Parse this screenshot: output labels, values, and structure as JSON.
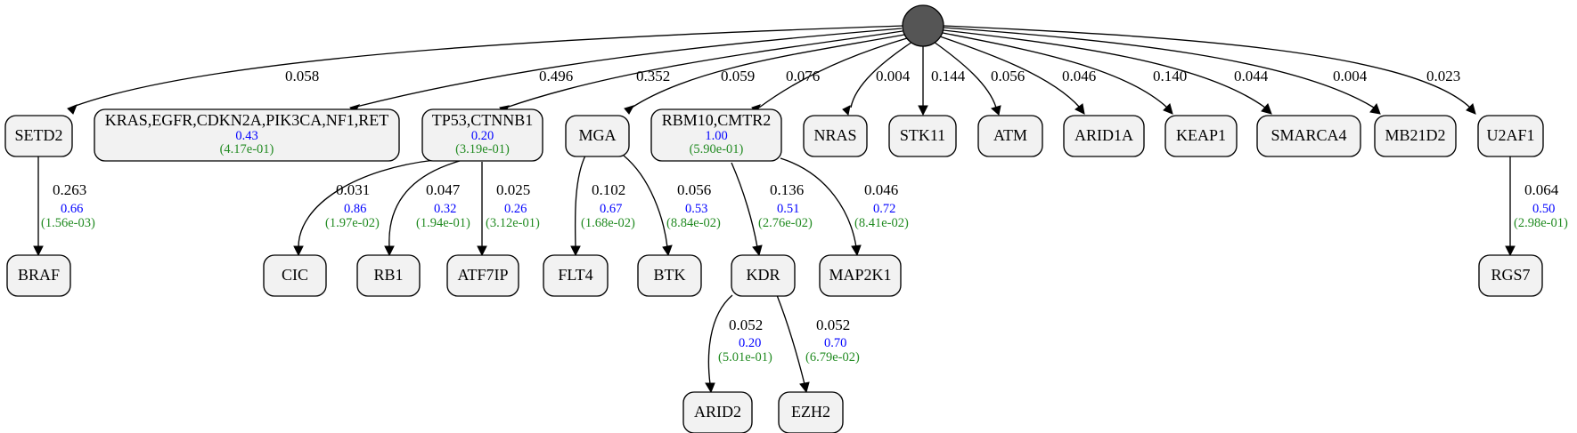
{
  "colors": {
    "weight": "#000000",
    "score": "#0000ff",
    "pvalue": "#228b22",
    "node_fill": "#f2f2f2",
    "root_fill": "#555555"
  },
  "nodes": {
    "setd2": {
      "label": "SETD2"
    },
    "group1": {
      "label": "KRAS,EGFR,CDKN2A,PIK3CA,NF1,RET",
      "score": "0.43",
      "pvalue": "(4.17e-01)"
    },
    "tp53": {
      "label": "TP53,CTNNB1",
      "score": "0.20",
      "pvalue": "(3.19e-01)"
    },
    "mga": {
      "label": "MGA"
    },
    "rbm10": {
      "label": "RBM10,CMTR2",
      "score": "1.00",
      "pvalue": "(5.90e-01)"
    },
    "nras": {
      "label": "NRAS"
    },
    "stk11": {
      "label": "STK11"
    },
    "atm": {
      "label": "ATM"
    },
    "arid1a": {
      "label": "ARID1A"
    },
    "keap1": {
      "label": "KEAP1"
    },
    "smarca4": {
      "label": "SMARCA4"
    },
    "mb21d2": {
      "label": "MB21D2"
    },
    "u2af1": {
      "label": "U2AF1"
    },
    "braf": {
      "label": "BRAF"
    },
    "cic": {
      "label": "CIC"
    },
    "rb1": {
      "label": "RB1"
    },
    "atf7ip": {
      "label": "ATF7IP"
    },
    "flt4": {
      "label": "FLT4"
    },
    "btk": {
      "label": "BTK"
    },
    "kdr": {
      "label": "KDR"
    },
    "map2k1": {
      "label": "MAP2K1"
    },
    "rgs7": {
      "label": "RGS7"
    },
    "arid2": {
      "label": "ARID2"
    },
    "ezh2": {
      "label": "EZH2"
    }
  },
  "edges": {
    "root_setd2": {
      "weight": "0.058"
    },
    "root_group1": {
      "weight": "0.496"
    },
    "root_tp53": {
      "weight": "0.352"
    },
    "root_mga": {
      "weight": "0.059"
    },
    "root_rbm10": {
      "weight": "0.076"
    },
    "root_nras": {
      "weight": "0.004"
    },
    "root_stk11": {
      "weight": "0.144"
    },
    "root_atm": {
      "weight": "0.056"
    },
    "root_arid1a": {
      "weight": "0.046"
    },
    "root_keap1": {
      "weight": "0.140"
    },
    "root_smarca4": {
      "weight": "0.044"
    },
    "root_mb21d2": {
      "weight": "0.004"
    },
    "root_u2af1": {
      "weight": "0.023"
    },
    "setd2_braf": {
      "weight": "0.263",
      "score": "0.66",
      "pvalue": "(1.56e-03)"
    },
    "tp53_cic": {
      "weight": "0.031",
      "score": "0.86",
      "pvalue": "(1.97e-02)"
    },
    "tp53_rb1": {
      "weight": "0.047",
      "score": "0.32",
      "pvalue": "(1.94e-01)"
    },
    "tp53_atf7ip": {
      "weight": "0.025",
      "score": "0.26",
      "pvalue": "(3.12e-01)"
    },
    "mga_flt4": {
      "weight": "0.102",
      "score": "0.67",
      "pvalue": "(1.68e-02)"
    },
    "mga_btk": {
      "weight": "0.056",
      "score": "0.53",
      "pvalue": "(8.84e-02)"
    },
    "rbm10_kdr": {
      "weight": "0.136",
      "score": "0.51",
      "pvalue": "(2.76e-02)"
    },
    "rbm10_map2k1": {
      "weight": "0.046",
      "score": "0.72",
      "pvalue": "(8.41e-02)"
    },
    "u2af1_rgs7": {
      "weight": "0.064",
      "score": "0.50",
      "pvalue": "(2.98e-01)"
    },
    "kdr_arid2": {
      "weight": "0.052",
      "score": "0.20",
      "pvalue": "(5.01e-01)"
    },
    "kdr_ezh2": {
      "weight": "0.052",
      "score": "0.70",
      "pvalue": "(6.79e-02)"
    }
  }
}
